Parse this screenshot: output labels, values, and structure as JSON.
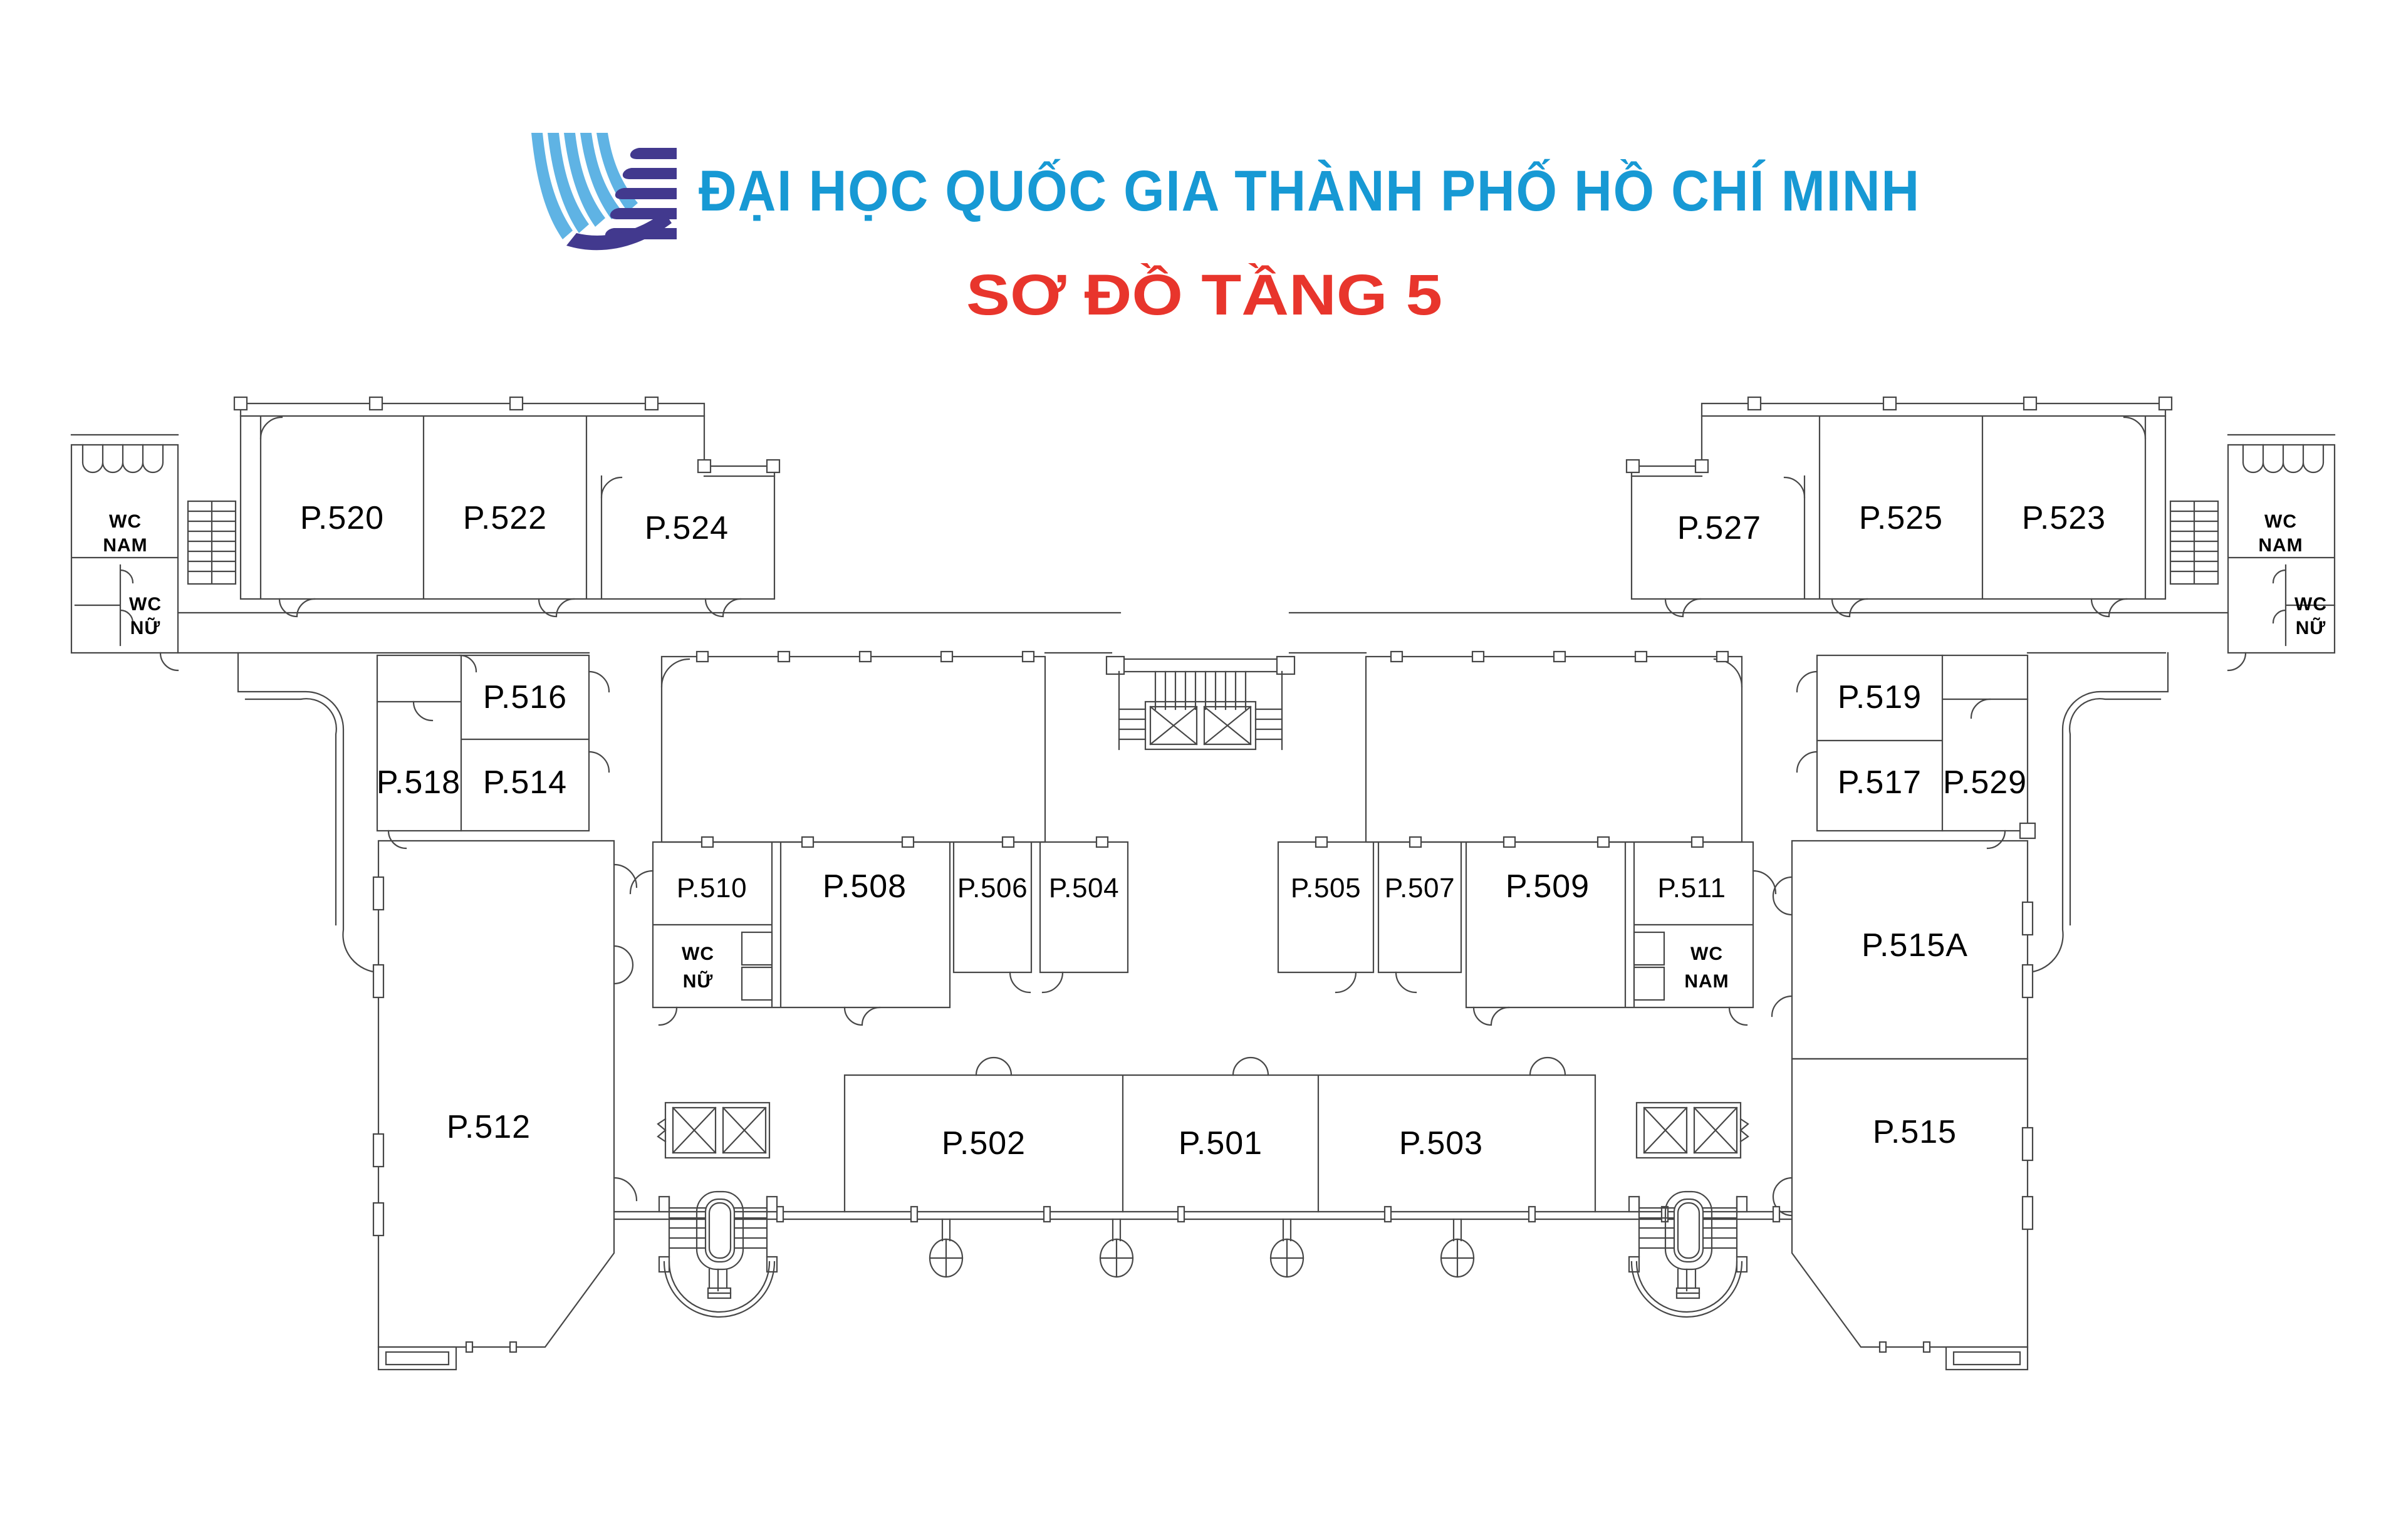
{
  "header": {
    "title": "ĐẠI HỌC QUỐC GIA THÀNH PHỐ HỒ CHÍ MINH",
    "subtitle": "SƠ ĐỒ TẦNG 5",
    "logo": "vnu-hcm-logo"
  },
  "colors": {
    "title_blue": "#1799d4",
    "subtitle_red": "#e8352c",
    "line": "#474747",
    "label": "#000000",
    "logo_blue": "#5fb3e4",
    "logo_purple": "#42398e"
  },
  "rooms": {
    "p520": "P.520",
    "p522": "P.522",
    "p524": "P.524",
    "p527": "P.527",
    "p525": "P.525",
    "p523": "P.523",
    "p516": "P.516",
    "p518": "P.518",
    "p514": "P.514",
    "p519": "P.519",
    "p517": "P.517",
    "p529": "P.529",
    "p510": "P.510",
    "p508": "P.508",
    "p506": "P.506",
    "p504": "P.504",
    "p505": "P.505",
    "p507": "P.507",
    "p509": "P.509",
    "p511": "P.511",
    "p515a": "P.515A",
    "p515": "P.515",
    "p512": "P.512",
    "p502": "P.502",
    "p501": "P.501",
    "p503": "P.503"
  },
  "wc": {
    "wc": "WC",
    "nam": "NAM",
    "nu": "NỮ"
  }
}
